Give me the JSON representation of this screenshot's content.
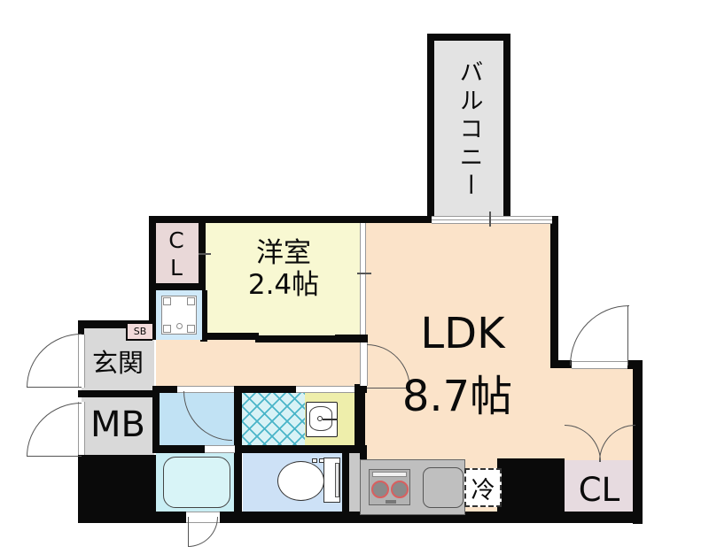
{
  "plan": {
    "balcony_label": "バルコニー",
    "closet_top_label": "CL",
    "western_room_name": "洋室",
    "western_room_size": "2.4帖",
    "ldk_name": "LDK",
    "ldk_size": "8.7帖",
    "entrance_label": "玄関",
    "shoe_box_label": "SB",
    "meter_box_label": "MB",
    "refrigerator_label": "冷",
    "closet_bottom_label": "CL"
  },
  "colors": {
    "wall": "#0a0a0a",
    "balcony_floor": "#e3e3e3",
    "closet_top": "#e9d8d8",
    "western_room": "#f8f8d2",
    "ldk": "#fbe3c9",
    "entrance": "#d9d9d9",
    "meter_box": "#d9d9d9",
    "shoe_box": "#f2dada",
    "washroom": "#c1e2f4",
    "bathroom": "#c9eef4",
    "toilet_room": "#cde1f6",
    "vanity_room": "#eeeeab",
    "tile_line": "#4ab5c9",
    "closet_bottom": "#e7dbe0",
    "kitchen_counter": "#bfbfbf",
    "burner_ring": "#d95f5f",
    "door_line": "#555555"
  }
}
